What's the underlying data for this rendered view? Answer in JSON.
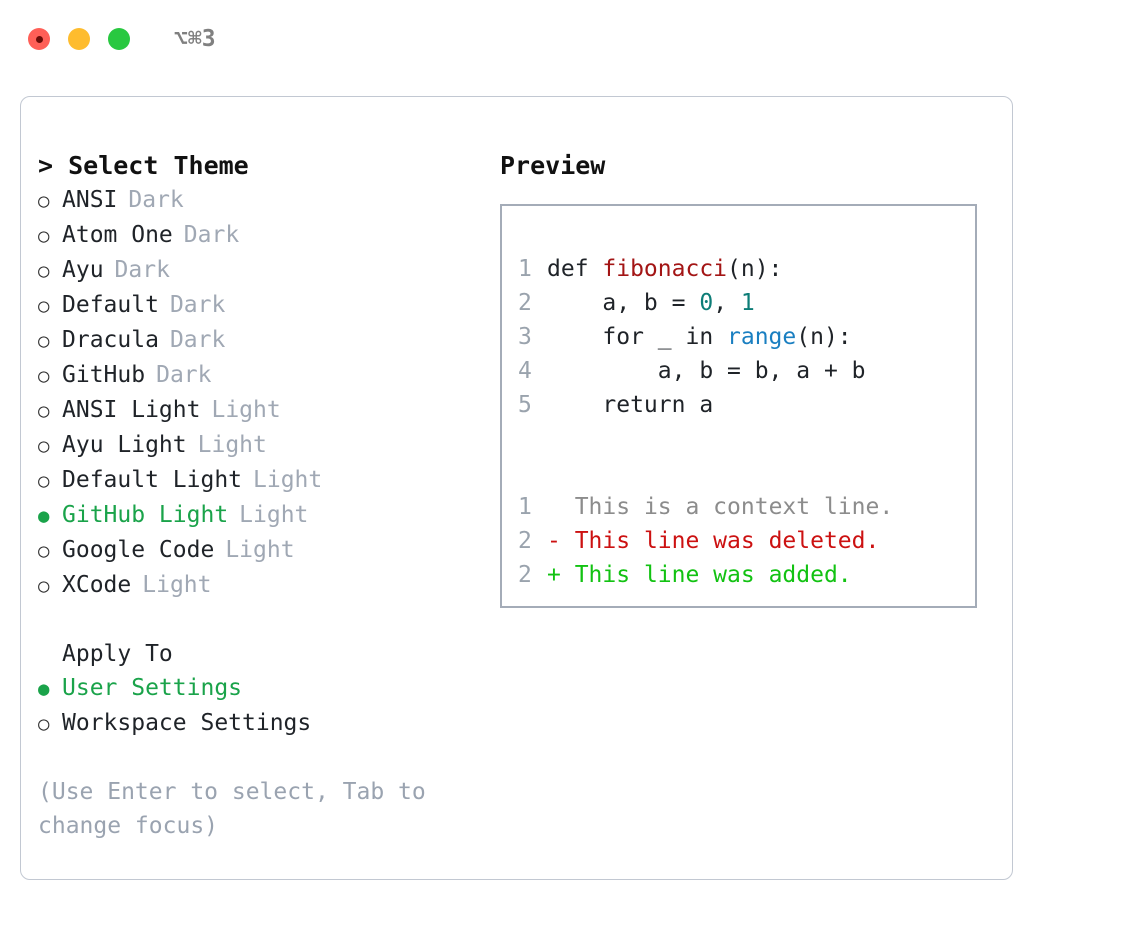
{
  "titlebar": {
    "shortcut": "⌥⌘3",
    "dots": [
      {
        "name": "close",
        "color": "#ff5f57"
      },
      {
        "name": "minimize",
        "color": "#febc2e"
      },
      {
        "name": "maximize",
        "color": "#28c840"
      }
    ]
  },
  "theme_picker": {
    "heading": "> Select Theme",
    "items": [
      {
        "bullet": "○",
        "name": "ANSI",
        "tag": "Dark",
        "selected": false
      },
      {
        "bullet": "○",
        "name": "Atom One",
        "tag": "Dark",
        "selected": false
      },
      {
        "bullet": "○",
        "name": "Ayu",
        "tag": "Dark",
        "selected": false
      },
      {
        "bullet": "○",
        "name": "Default",
        "tag": "Dark",
        "selected": false
      },
      {
        "bullet": "○",
        "name": "Dracula",
        "tag": "Dark",
        "selected": false
      },
      {
        "bullet": "○",
        "name": "GitHub",
        "tag": "Dark",
        "selected": false
      },
      {
        "bullet": "○",
        "name": "ANSI Light",
        "tag": "Light",
        "selected": false
      },
      {
        "bullet": "○",
        "name": "Ayu Light",
        "tag": "Light",
        "selected": false
      },
      {
        "bullet": "○",
        "name": "Default Light",
        "tag": "Light",
        "selected": false
      },
      {
        "bullet": "●",
        "name": "GitHub Light",
        "tag": "Light",
        "selected": true
      },
      {
        "bullet": "○",
        "name": "Google Code",
        "tag": "Light",
        "selected": false
      },
      {
        "bullet": "○",
        "name": "XCode",
        "tag": "Light",
        "selected": false
      }
    ]
  },
  "apply_to": {
    "heading": "Apply To",
    "options": [
      {
        "bullet": "●",
        "name": "User Settings",
        "selected": true
      },
      {
        "bullet": "○",
        "name": "Workspace Settings",
        "selected": false
      }
    ]
  },
  "hint": "(Use Enter to select, Tab to\nchange focus)",
  "preview": {
    "title": "Preview",
    "code_lines": [
      {
        "lineno": "1",
        "segments": [
          {
            "text": "def ",
            "style": "plain"
          },
          {
            "text": "fibonacci",
            "style": "fn"
          },
          {
            "text": "(n):",
            "style": "plain"
          }
        ]
      },
      {
        "lineno": "2",
        "segments": [
          {
            "text": "    a, b = ",
            "style": "plain"
          },
          {
            "text": "0",
            "style": "num"
          },
          {
            "text": ", ",
            "style": "plain"
          },
          {
            "text": "1",
            "style": "num"
          }
        ]
      },
      {
        "lineno": "3",
        "segments": [
          {
            "text": "    for _ in ",
            "style": "plain"
          },
          {
            "text": "range",
            "style": "call"
          },
          {
            "text": "(n):",
            "style": "plain"
          }
        ]
      },
      {
        "lineno": "4",
        "segments": [
          {
            "text": "        a, b = b, a + b",
            "style": "plain"
          }
        ]
      },
      {
        "lineno": "5",
        "segments": [
          {
            "text": "    return a",
            "style": "plain"
          }
        ]
      }
    ],
    "diff_lines": [
      {
        "lineno": "1",
        "marker": "  ",
        "text": "This is a context line.",
        "kind": "context"
      },
      {
        "lineno": "2",
        "marker": "- ",
        "text": "This line was deleted.",
        "kind": "deleted"
      },
      {
        "lineno": "2",
        "marker": "+ ",
        "text": "This line was added.",
        "kind": "added"
      }
    ]
  },
  "colors": {
    "selection_green": "#1aa34a",
    "diff_add_green": "#12c212",
    "diff_del_red": "#cc1111",
    "syntax_function": "#a31515",
    "syntax_number": "#0d7d77",
    "syntax_call": "#1a7fc1",
    "muted_gray": "#a0a8b4",
    "panel_border": "#c2c8d2",
    "preview_border": "#a4acb8"
  }
}
